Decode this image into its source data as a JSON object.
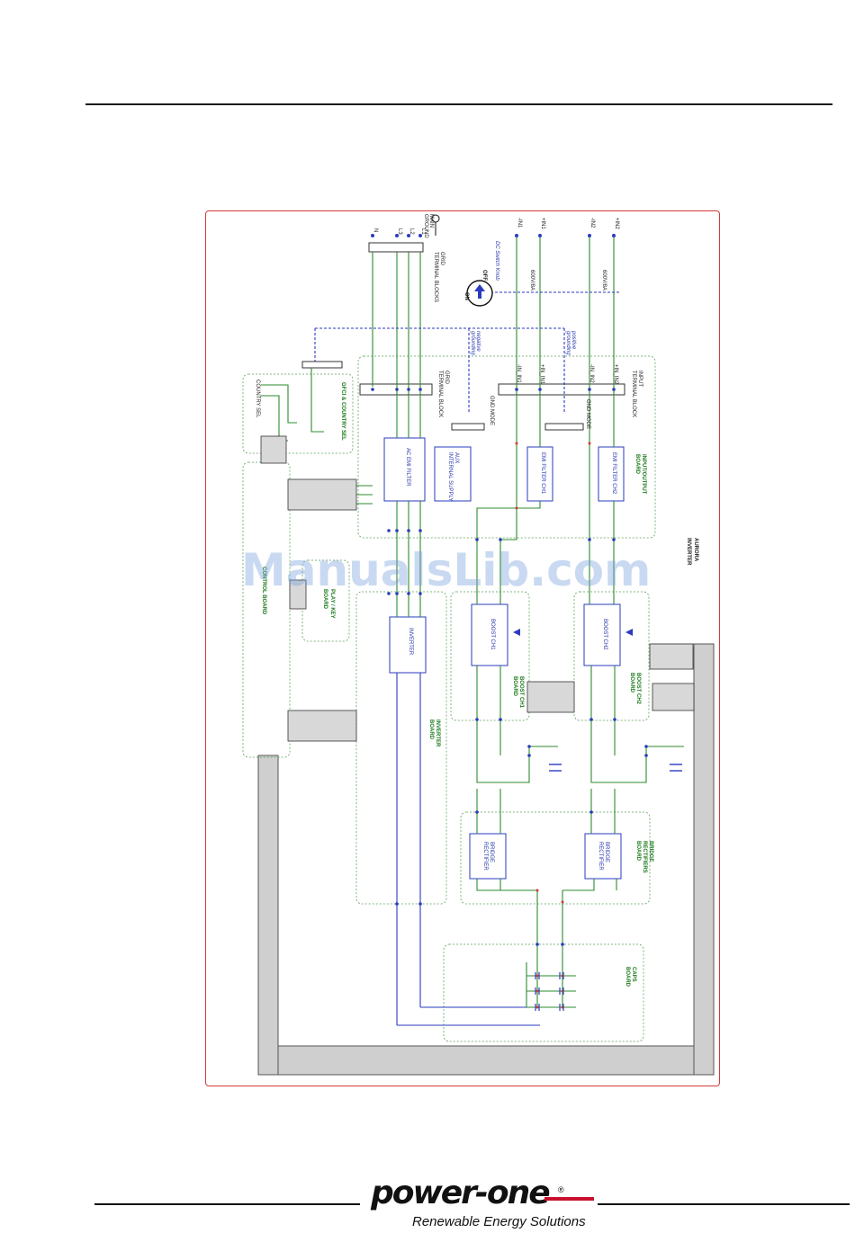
{
  "colors": {
    "frame": "#d23a3a",
    "wire_green": "#2e8b2e",
    "wire_blue": "#2a3bbf",
    "board_outline": "#5aa05a",
    "watermark": "#7aa0dc",
    "brand_red": "#c8102e"
  },
  "watermark": "ManualsLib.com",
  "diagram": {
    "title_lines": [
      "AURORA",
      "INVERTER"
    ],
    "boards": {
      "input_output": [
        "INPUT/OUTPUT",
        "BOARD"
      ],
      "control": "CONTROL BOARD",
      "play_key": [
        "PLAY / KEY",
        "BOARD"
      ],
      "inverter": [
        "INVERTER",
        "BOARD"
      ],
      "boost_ch1": [
        "BOOST CH1",
        "BOARD"
      ],
      "boost_ch2": [
        "BOOST CH2",
        "BOARD"
      ],
      "bridge": [
        "BRIDGE",
        "RECTIFIERS",
        "BOARD"
      ],
      "caps": [
        "CAPS",
        "BOARD"
      ],
      "gfci": [
        "GFCI & COUNTRY SEL"
      ]
    },
    "blocks": {
      "ac_emi": "AC EMI FILTER",
      "aux": [
        "AUX",
        "INTERNAL SUPPLY"
      ],
      "emi_ch1": "EMI FILTER CH1",
      "emi_ch2": "EMI FILTER CH2",
      "inverter": "INVERTER",
      "boost_ch1": "BOOST CH1",
      "boost_ch2": "BOOST CH2",
      "bridge_1": [
        "BRIDGE",
        "RECTIFIER"
      ],
      "bridge_2": [
        "BRIDGE",
        "RECTIFIER"
      ]
    },
    "labels": {
      "grid_terminal_blocks": [
        "GRID",
        "TERMINAL BLOCKS"
      ],
      "grid_terminal_block": [
        "GRID",
        "TERMINAL BLOCK"
      ],
      "input_terminal_block": [
        "INPUT",
        "TERMINAL BLOCK"
      ],
      "dc_switch_knob": "DC Switch Knob",
      "off": "OFF",
      "on": "ON",
      "main_ground": [
        "MAIN",
        "GROUND"
      ],
      "grid_pins": [
        "N",
        "L3",
        "L2",
        "L1"
      ],
      "dc_pins": [
        "-IN1",
        "+IN1",
        "-IN2",
        "+IN2"
      ],
      "switch_rating_1": "600V/8A",
      "switch_rating_2": "600V/8A",
      "gnd_mode": "GND MODE",
      "gnd_mode_2": "GND MODE",
      "country_sel": "COUNTRY SEL",
      "negative_grounding": [
        "negative",
        "grounding"
      ],
      "positive_grounding": [
        "positive",
        "grounding"
      ],
      "in_labels": [
        "-IN_IN1",
        "+IN_IN1",
        "-IN_IN2",
        "+IN_IN2"
      ]
    }
  },
  "footer": {
    "logo_text": "power-one",
    "registered": "®",
    "tagline": "Renewable Energy Solutions"
  }
}
